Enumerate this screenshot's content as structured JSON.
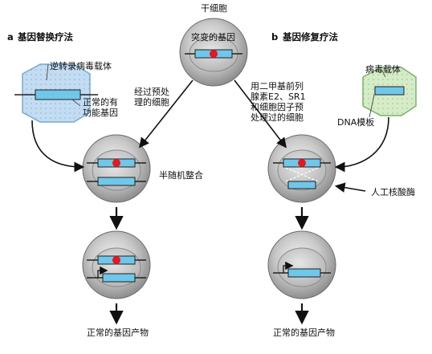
{
  "top": {
    "stem_cell": "干细胞",
    "mutant_gene": "突变的基因"
  },
  "panel_a": {
    "letter": "a",
    "title": "基因替换疗法",
    "vector": "逆转录病毒载体",
    "normal_gene": "正常的有功能基因",
    "treated_cell": "经过预处理的细胞",
    "semi_random": "半随机整合",
    "product": "正常的基因产物"
  },
  "panel_b": {
    "letter": "b",
    "title": "基因修复疗法",
    "vector": "病毒载体",
    "dna_template": "DNA模板",
    "pretreated": "用二甲基前列腺素E2、SR1和细胞因子预处理过的细胞",
    "nuclease": "人工核酸酶",
    "product": "正常的基因产物"
  },
  "colors": {
    "gene_blue": "#6fc7ea",
    "mutation_red": "#e8161d",
    "hex_blue": "#b9d6ee",
    "hex_green": "#cfe6bf",
    "cell_grey": "#9a9a9a"
  }
}
